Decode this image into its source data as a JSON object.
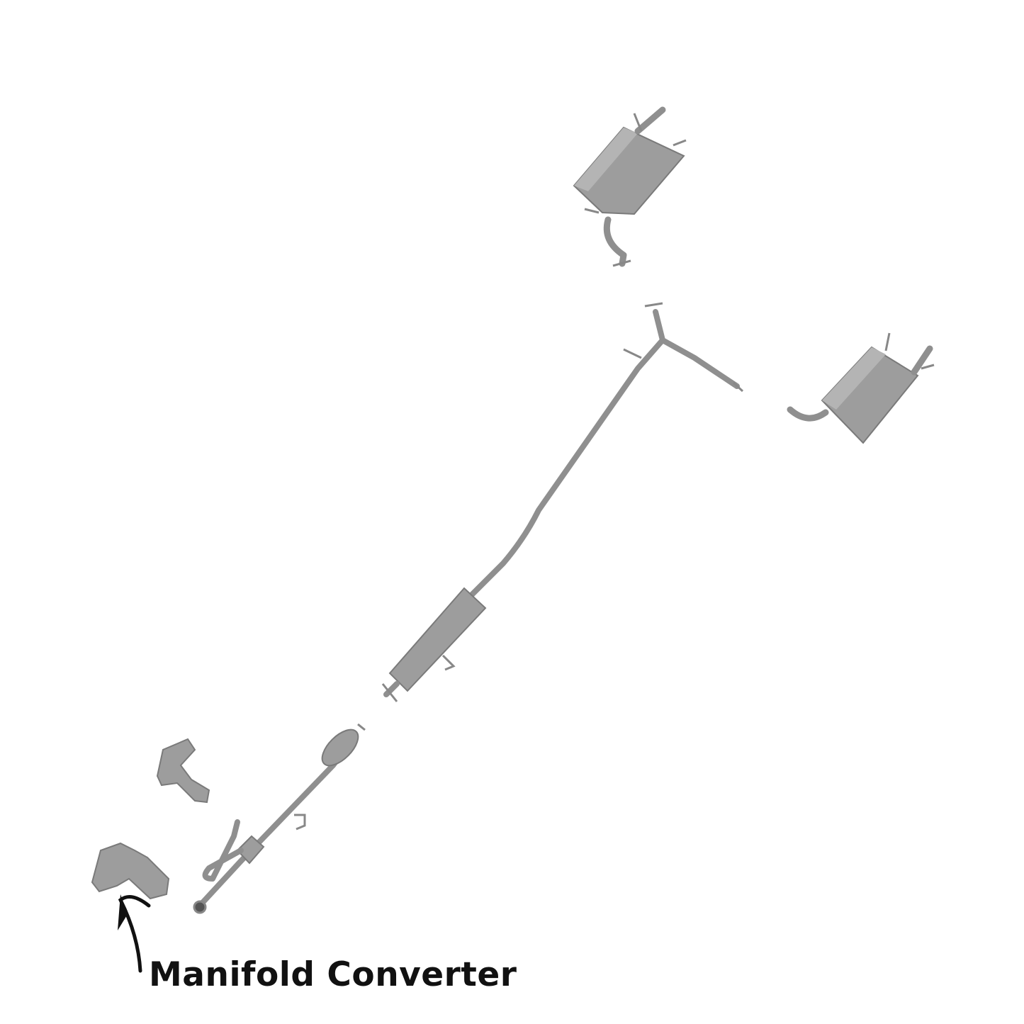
{
  "annotation": {
    "label": "Manifold Converter",
    "arrow_color": "#111111"
  },
  "parts": [
    {
      "name": "rear-muffler-left"
    },
    {
      "name": "rear-muffler-right"
    },
    {
      "name": "y-pipe-resonator-assembly"
    },
    {
      "name": "front-pipe-with-converter"
    },
    {
      "name": "manifold-converter-upper"
    },
    {
      "name": "manifold-converter-lower"
    }
  ],
  "colors": {
    "part_gray": "#9d9d9d",
    "background": "#ffffff"
  }
}
